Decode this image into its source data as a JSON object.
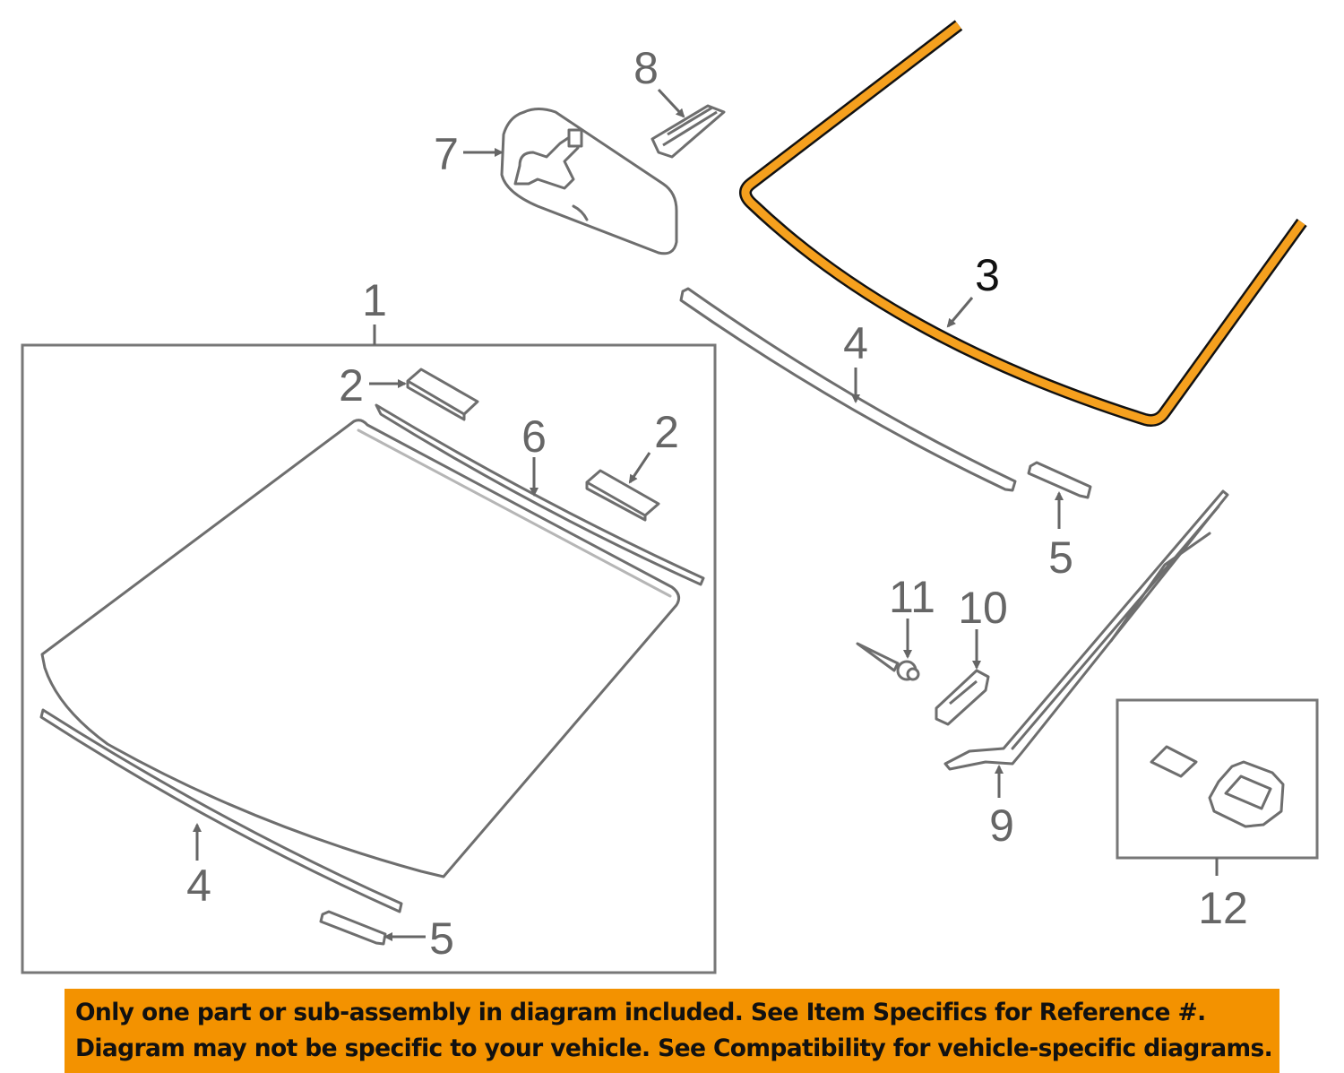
{
  "diagram": {
    "callouts": {
      "c1": "1",
      "c2a": "2",
      "c2b": "2",
      "c3": "3",
      "c4a": "4",
      "c4b": "4",
      "c5a": "5",
      "c5b": "5",
      "c6": "6",
      "c7": "7",
      "c8": "8",
      "c9": "9",
      "c10": "10",
      "c11": "11",
      "c12": "12"
    },
    "highlight_color": "#f5a01e",
    "highlighted_part": "3"
  },
  "banner": {
    "line1": "Only one part or sub-assembly in diagram included. See Item Specifics for Reference #.",
    "line2": "Diagram may not be specific to your vehicle. See Compatibility for vehicle-specific diagrams.",
    "color": "#f39200"
  }
}
